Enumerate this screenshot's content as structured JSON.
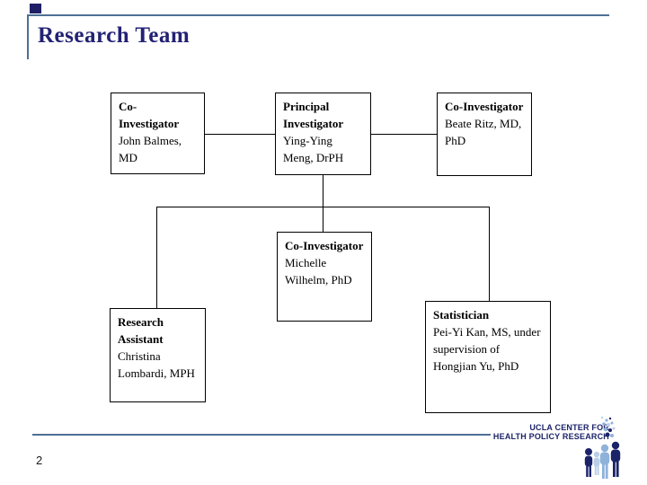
{
  "slide": {
    "title": "Research Team",
    "page_number": "2"
  },
  "org_chart": {
    "boxes": [
      {
        "role": "Co-Investigator",
        "name": "John Balmes, MD"
      },
      {
        "role": "Principal Investigator",
        "name": "Ying-Ying Meng, DrPH"
      },
      {
        "role": "Co-Investigator",
        "name": "Beate Ritz, MD, PhD"
      },
      {
        "role": "Co-Investigator",
        "name": "Michelle Wilhelm, PhD"
      },
      {
        "role": "Research Assistant",
        "name": "Christina Lombardi, MPH"
      },
      {
        "role": "Statistician",
        "name": "Pei-Yi Kan, MS, under supervision of Hongjian Yu, PhD"
      }
    ]
  },
  "footer": {
    "logo": {
      "line1": "UCLA CENTER FOR",
      "line2": "HEALTH POLICY RESEARCH"
    }
  },
  "colors": {
    "accent_line": "#4d7094",
    "accent_square": "#1f1f66",
    "title_text": "#232274",
    "box_border": "#000000",
    "logo_navy": "#1b2368",
    "logo_light_blue": "#8fb2da"
  }
}
